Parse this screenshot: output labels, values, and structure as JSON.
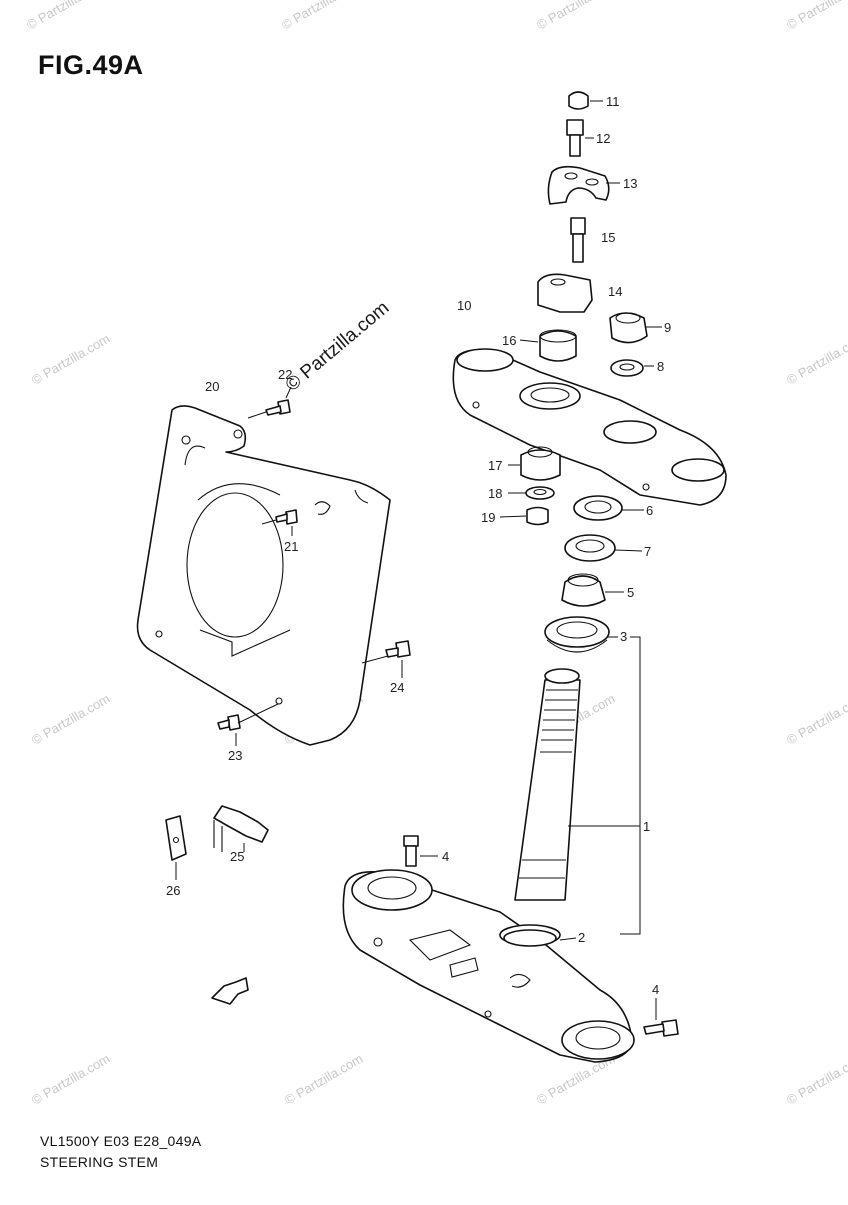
{
  "figure": {
    "title": "FIG.49A",
    "model_code": "VL1500Y E03 E28_049A",
    "name": "STEERING STEM",
    "center_watermark": "© Partzilla.com",
    "repeated_watermark": "© Partzilla.com",
    "callouts": [
      "1",
      "2",
      "3",
      "4",
      "4",
      "5",
      "6",
      "7",
      "8",
      "9",
      "10",
      "11",
      "12",
      "13",
      "14",
      "15",
      "16",
      "17",
      "18",
      "19",
      "20",
      "21",
      "22",
      "23",
      "24",
      "25",
      "26"
    ]
  }
}
